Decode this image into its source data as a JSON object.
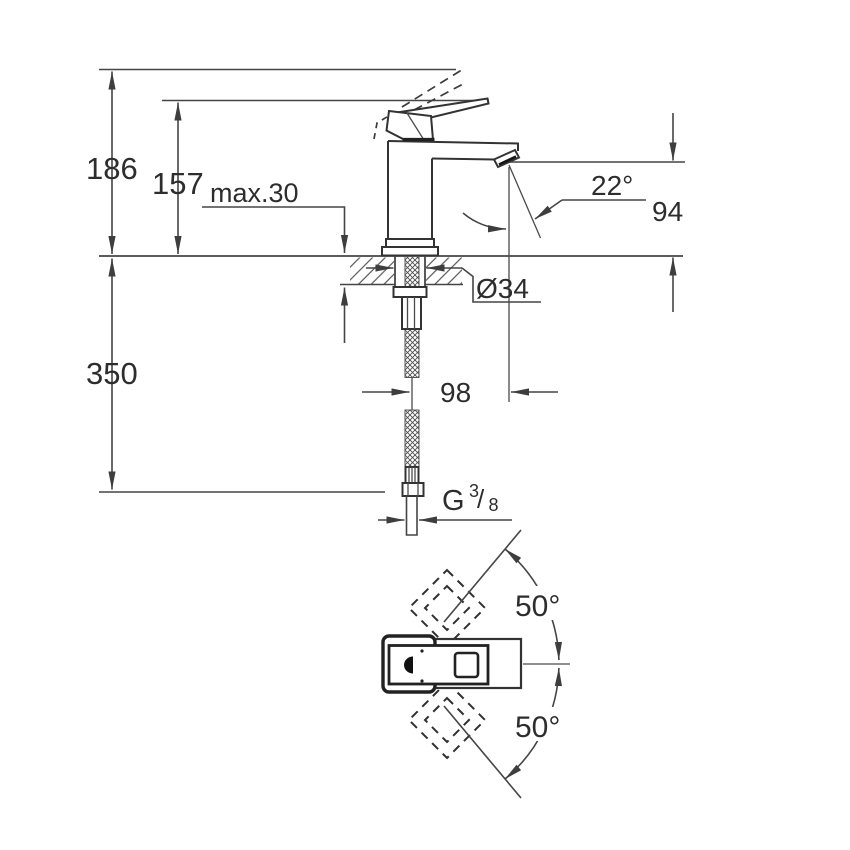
{
  "drawing": {
    "kind": "faucet-installation-dimension-drawing",
    "colors": {
      "line": "#454545",
      "outline": "#333333",
      "text": "#2d2d2d",
      "dark_fill": "#111111",
      "background": "#ffffff"
    },
    "side": {
      "total_height": "186",
      "handle_height": "157",
      "deck_thickness": "max.30",
      "spout_angle": "22°",
      "spout_outlet_height": "94",
      "hole_diameter": "Ø34",
      "below_deck_length": "350",
      "spout_reach": "98",
      "thread_prefix": "G",
      "thread_numerator": "3",
      "thread_slash": "/",
      "thread_denominator": "8"
    },
    "top": {
      "swing_upper": "50°",
      "swing_lower": "50°"
    }
  }
}
